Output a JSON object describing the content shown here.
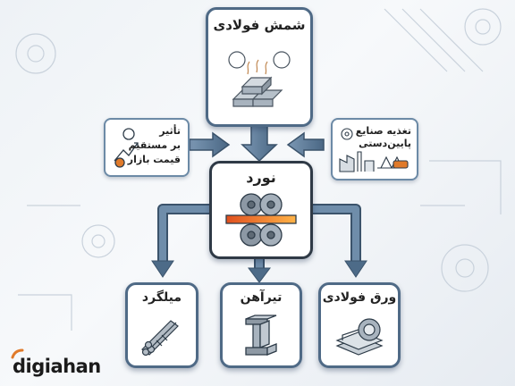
{
  "diagram": {
    "top_node": {
      "label": "شمش فولادی",
      "icon": "steel-ingots-icon"
    },
    "center_node": {
      "label": "نورد",
      "icon": "rolling-mill-icon"
    },
    "left_note": {
      "line1": "تأثیر",
      "line2": "بر مستقیم",
      "line3": "قیمت بازار",
      "icon": "market-growth-icon"
    },
    "right_note": {
      "line1": "تغذیه صنایع",
      "line2": "پایین‌دستی",
      "icon": "industry-transport-icon"
    },
    "outputs": [
      {
        "label": "میلگرد",
        "icon": "rebar-bundle-icon"
      },
      {
        "label": "تیرآهن",
        "icon": "i-beam-icon"
      },
      {
        "label": "ورق فولادی",
        "icon": "steel-coil-sheet-icon"
      }
    ]
  },
  "brand": {
    "name": "digiahan"
  },
  "colors": {
    "arrow": "#5d7c9a",
    "accent": "#e07a2a",
    "frame": "#2f3a46"
  }
}
